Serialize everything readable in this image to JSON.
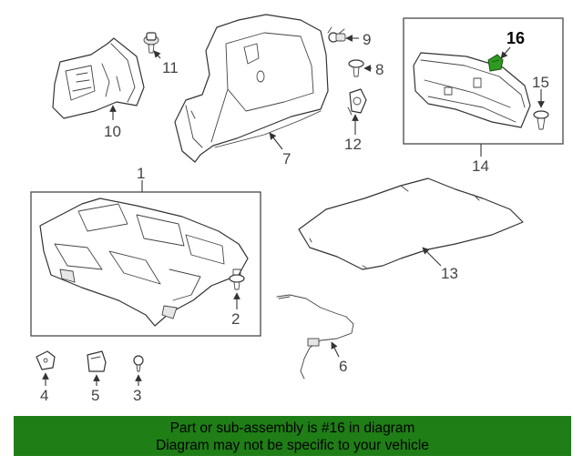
{
  "diagram": {
    "highlight_part": "16",
    "highlight_color": "#2e9a22",
    "callouts": {
      "c1": "1",
      "c2": "2",
      "c3": "3",
      "c4": "4",
      "c5": "5",
      "c6": "6",
      "c7": "7",
      "c8": "8",
      "c9": "9",
      "c10": "10",
      "c11": "11",
      "c12": "12",
      "c13": "13",
      "c14": "14",
      "c15": "15",
      "c16": "16"
    }
  },
  "banner": {
    "line1": "Part or sub-assembly is #16 in diagram",
    "line2": "Diagram may not be specific to your vehicle",
    "background": "#1f7e16"
  }
}
